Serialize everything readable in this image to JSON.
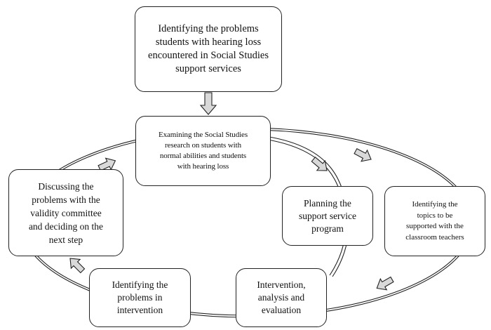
{
  "boxes": {
    "identifying_problems": "Identifying the problems\nstudents with hearing loss\nencountered in Social Studies\nsupport services",
    "examining_research": "Examining the Social Studies\nresearch on students with\nnormal abilities and students\nwith hearing loss",
    "planning_program": "Planning the\nsupport service\nprogram",
    "identifying_topics": "Identifying the\ntopics to be\nsupported with the\nclassroom teachers",
    "intervention_analysis": "Intervention,\nanalysis and\nevaluation",
    "identifying_problems_intervention": "Identifying the\nproblems in\nintervention",
    "discussing_problems": "Discussing the\nproblems with the\nvalidity committee\nand deciding on the\nnext step"
  },
  "colors": {
    "stroke": "#222222",
    "arrow_fill": "#d9d9d9",
    "box_fill": "#ffffff"
  }
}
